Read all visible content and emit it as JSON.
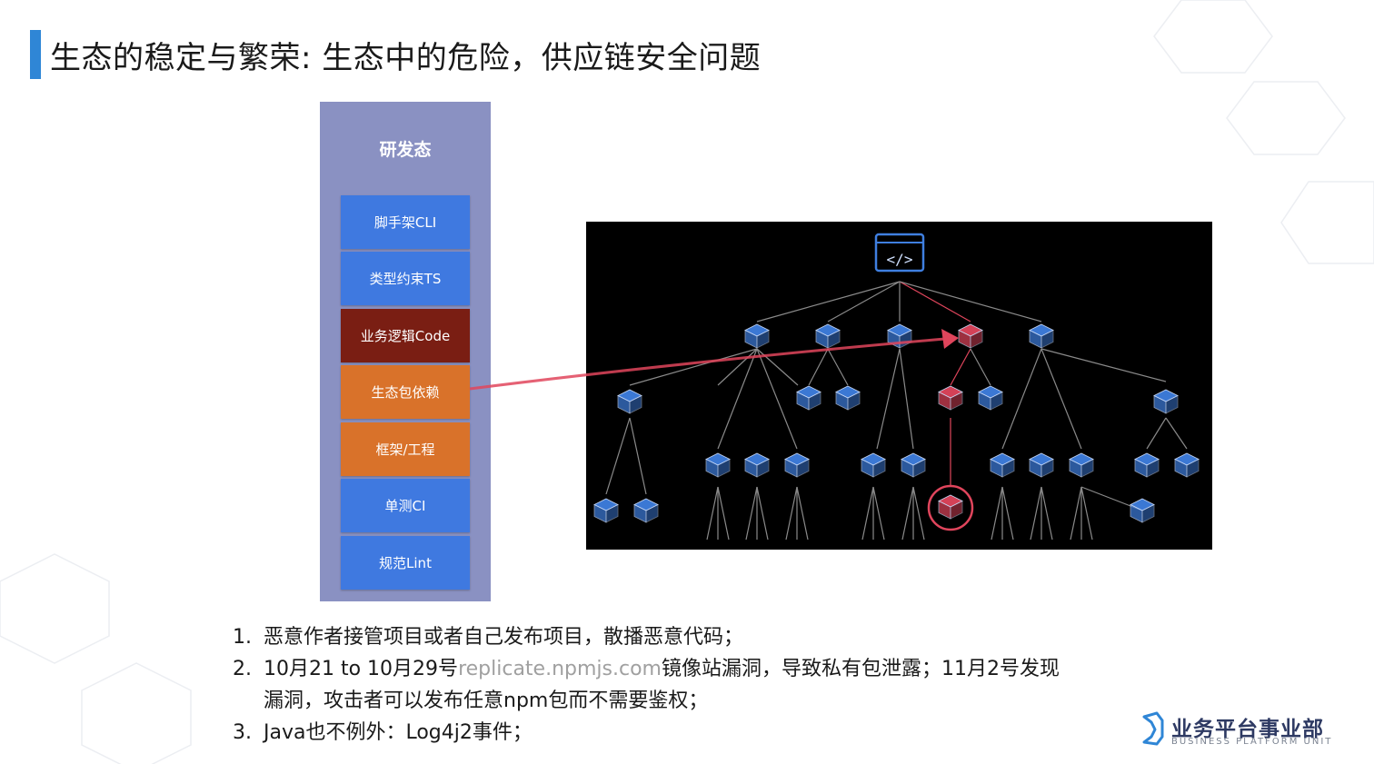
{
  "title": "生态的稳定与繁荣: 生态中的危险，供应链安全问题",
  "stack": {
    "heading": "研发态",
    "layers": [
      "脚手架CLI",
      "类型约束TS",
      "业务逻辑Code",
      "生态包依赖",
      "框架/工程",
      "单测CI",
      "规范Lint"
    ]
  },
  "notes": {
    "item1_num": "1.",
    "item1": "恶意作者接管项目或者自己发布项目，散播恶意代码；",
    "item2_num": "2.",
    "item2_pre": "10月21 to 10月29号",
    "item2_url": "replicate.npmjs.com",
    "item2_post": "镜像站漏洞，导致私有包泄露；11月2号发现",
    "item2_cont": "漏洞，攻击者可以发布任意npm包而不需要鉴权；",
    "item3_num": "3.",
    "item3": "Java也不例外：Log4j2事件；"
  },
  "brand": {
    "name": "业务平台事业部",
    "subtitle": "BUSINESS PLATFORM UNIT"
  },
  "icons": [
    "code-window-icon",
    "package-cube-icon",
    "brand-logo-icon"
  ],
  "colors": {
    "accent": "#2f86d6",
    "stack_bg": "#8a91c2",
    "layer_blue": "#3f79e0",
    "layer_dark": "#7a1e13",
    "layer_orange": "#d9722a",
    "cube_blue": "#3f7fe0",
    "cube_red": "#e0455c",
    "arrow": "#e0455c"
  }
}
